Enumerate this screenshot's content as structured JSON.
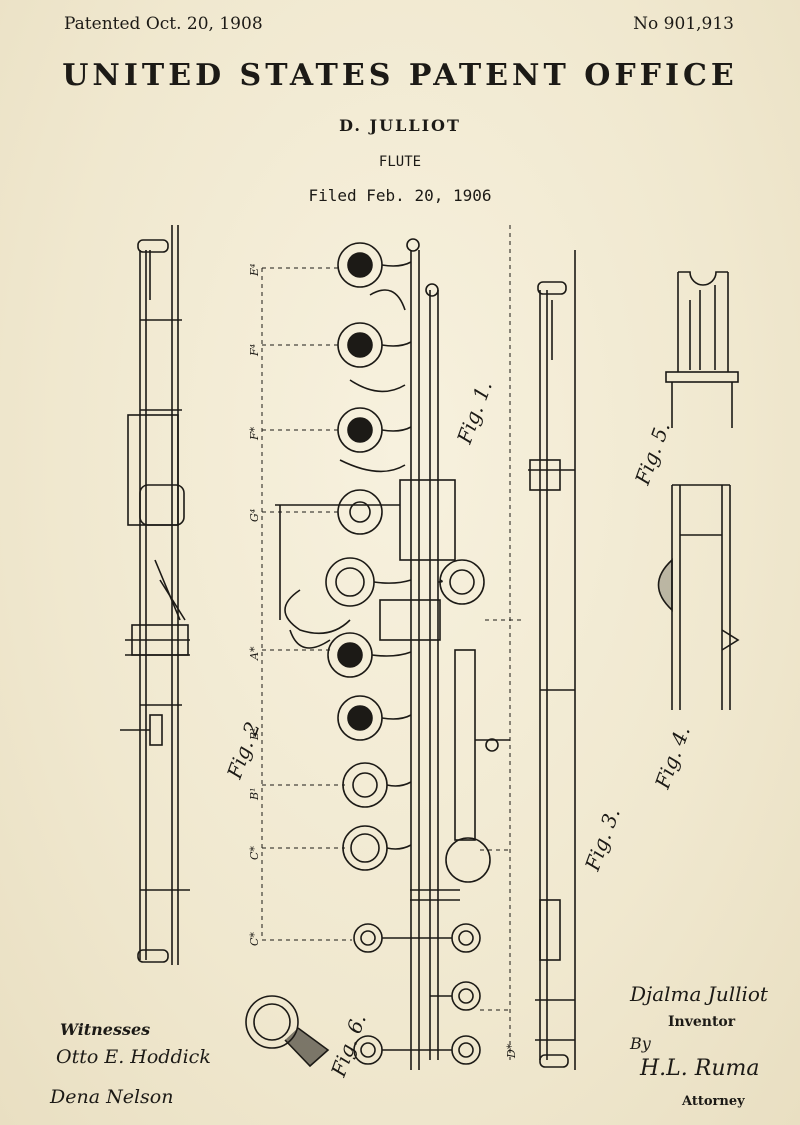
{
  "header": {
    "patented": "Patented Oct. 20, 1908",
    "patent_no": "No 901,913",
    "office": "UNITED STATES PATENT OFFICE",
    "inventor_name": "D. JULLIOT",
    "subject": "FLUTE",
    "filed": "Filed Feb. 20, 1906"
  },
  "figures": {
    "fig1": "Fig. 1.",
    "fig2": "Fig. 2",
    "fig3": "Fig. 3.",
    "fig4": "Fig. 4.",
    "fig5": "Fig. 5.",
    "fig6": "Fig. 6."
  },
  "notes": {
    "E": "E⁴",
    "F": "F⁴",
    "Fs": "F*",
    "G": "G⁴",
    "As": "A*",
    "Bflat": "B¹",
    "B": "B¹",
    "C": "C*",
    "Cs": "C*",
    "D": "D*"
  },
  "signatures": {
    "witnesses_label": "Witnesses",
    "witness1": "Otto E. Hoddick",
    "witness2": "Dena Nelson",
    "inventor_signature": "Djalma Julliot",
    "inventor_label": "Inventor",
    "by": "By",
    "attorney_signature": "H.L. Ruma",
    "attorney_label": "Attorney"
  },
  "colors": {
    "paper": "#f3ecd6",
    "ink": "#1c1a16"
  }
}
